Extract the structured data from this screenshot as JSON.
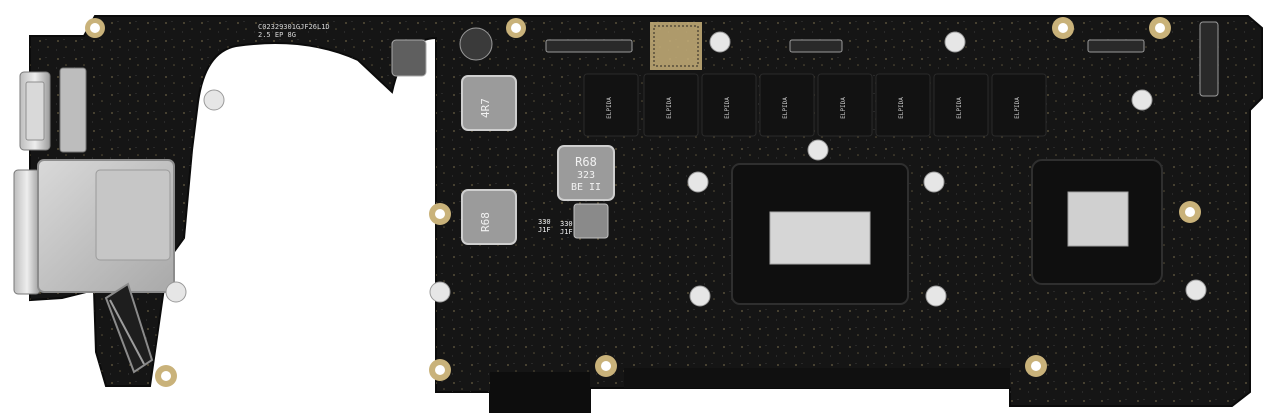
{
  "photo": {
    "subject": "Laptop logic board (motherboard) photographed on white background",
    "colors": {
      "background": "#ffffff",
      "pcb": "#151515",
      "pcb_edge": "#0b0b0b",
      "gold": "#c9b27a",
      "silver": "#cfcfcf",
      "shield": "#bdbdbd",
      "chip": "#121212"
    }
  },
  "labels": {
    "serial_line1": "C02329301GJF26L1D",
    "serial_line2": "2.5 EP 8G",
    "inductor_center": "R68",
    "inductor_center_sub1": "323",
    "inductor_center_sub2": "BE II",
    "inductor_left_top": "4R7",
    "inductor_left_mid": "R68",
    "cap_label_1": "330",
    "cap_label_1b": "J1F",
    "cap_label_2": "330",
    "cap_label_2b": "J1F",
    "dram_brand": "ELPIDA"
  }
}
